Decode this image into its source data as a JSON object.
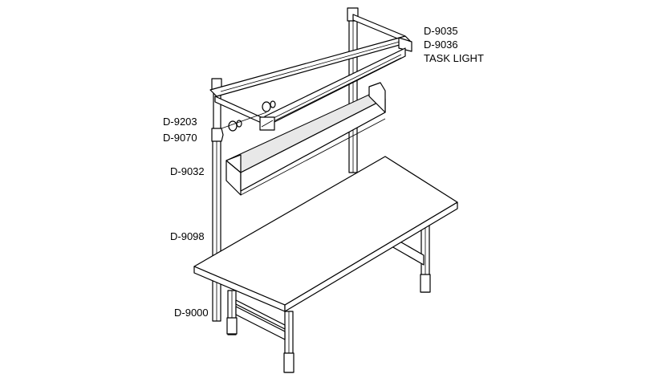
{
  "labels": {
    "task_light_part_a": "D-9035",
    "task_light_part_b": "D-9036",
    "task_light_name": "TASK LIGHT",
    "clamp": "D-9203",
    "arm": "D-9070",
    "shelf": "D-9032",
    "upright": "D-9098",
    "bench": "D-9000"
  }
}
